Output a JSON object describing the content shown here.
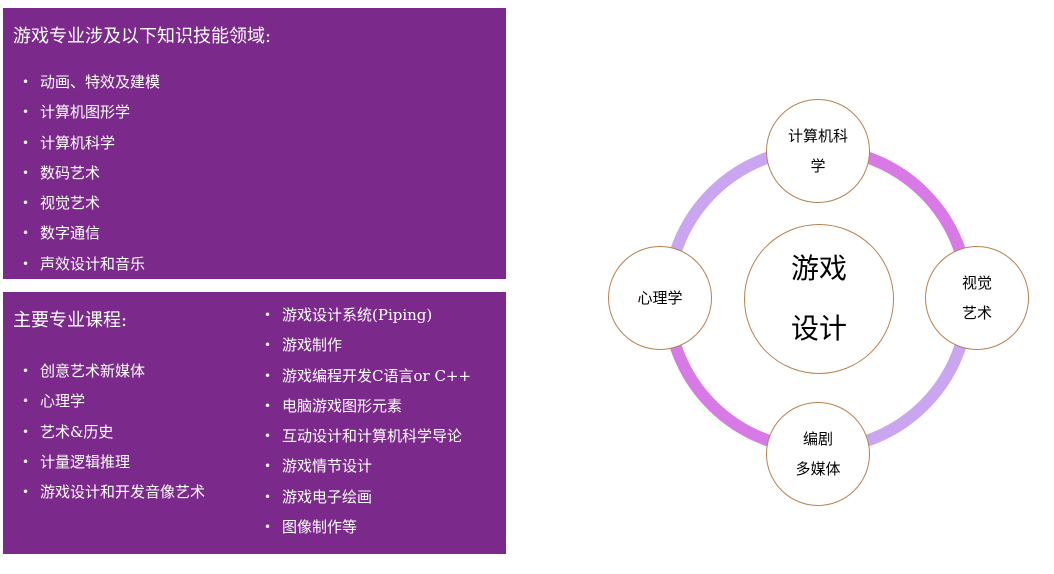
{
  "skills_panel": {
    "title": "游戏专业涉及以下知识技能领域:",
    "items": [
      "动画、特效及建模",
      "计算机图形学",
      "计算机科学",
      "数码艺术",
      "视觉艺术",
      "数字通信",
      "声效设计和音乐"
    ]
  },
  "courses_panel": {
    "title": "主要专业课程:",
    "left_items": [
      "创意艺术新媒体",
      "心理学",
      "艺术&历史",
      "计量逻辑推理",
      "游戏设计和开发音像艺术"
    ],
    "right_items": [
      "游戏设计系统(Piping)",
      "游戏制作",
      "游戏编程开发C语言or C++",
      "电脑游戏图形元素",
      "互动设计和计算机科学导论",
      "游戏情节设计",
      "游戏电子绘画",
      "图像制作等"
    ]
  },
  "bullet_symbol": "•",
  "diagram": {
    "center": {
      "line1": "游戏",
      "line2": "设计"
    },
    "top": {
      "line1": "计算机科",
      "line2": "学"
    },
    "right": {
      "line1": "视觉",
      "line2": "艺术"
    },
    "bottom": {
      "line1": "编剧",
      "line2": "多媒体"
    },
    "left": {
      "line1": "心理学",
      "line2": ""
    }
  },
  "colors": {
    "panel": "#7b2a8c",
    "ring_light": "#c9a6ef",
    "ring_pink": "#d77ae6",
    "node_border": "#b9814f"
  }
}
